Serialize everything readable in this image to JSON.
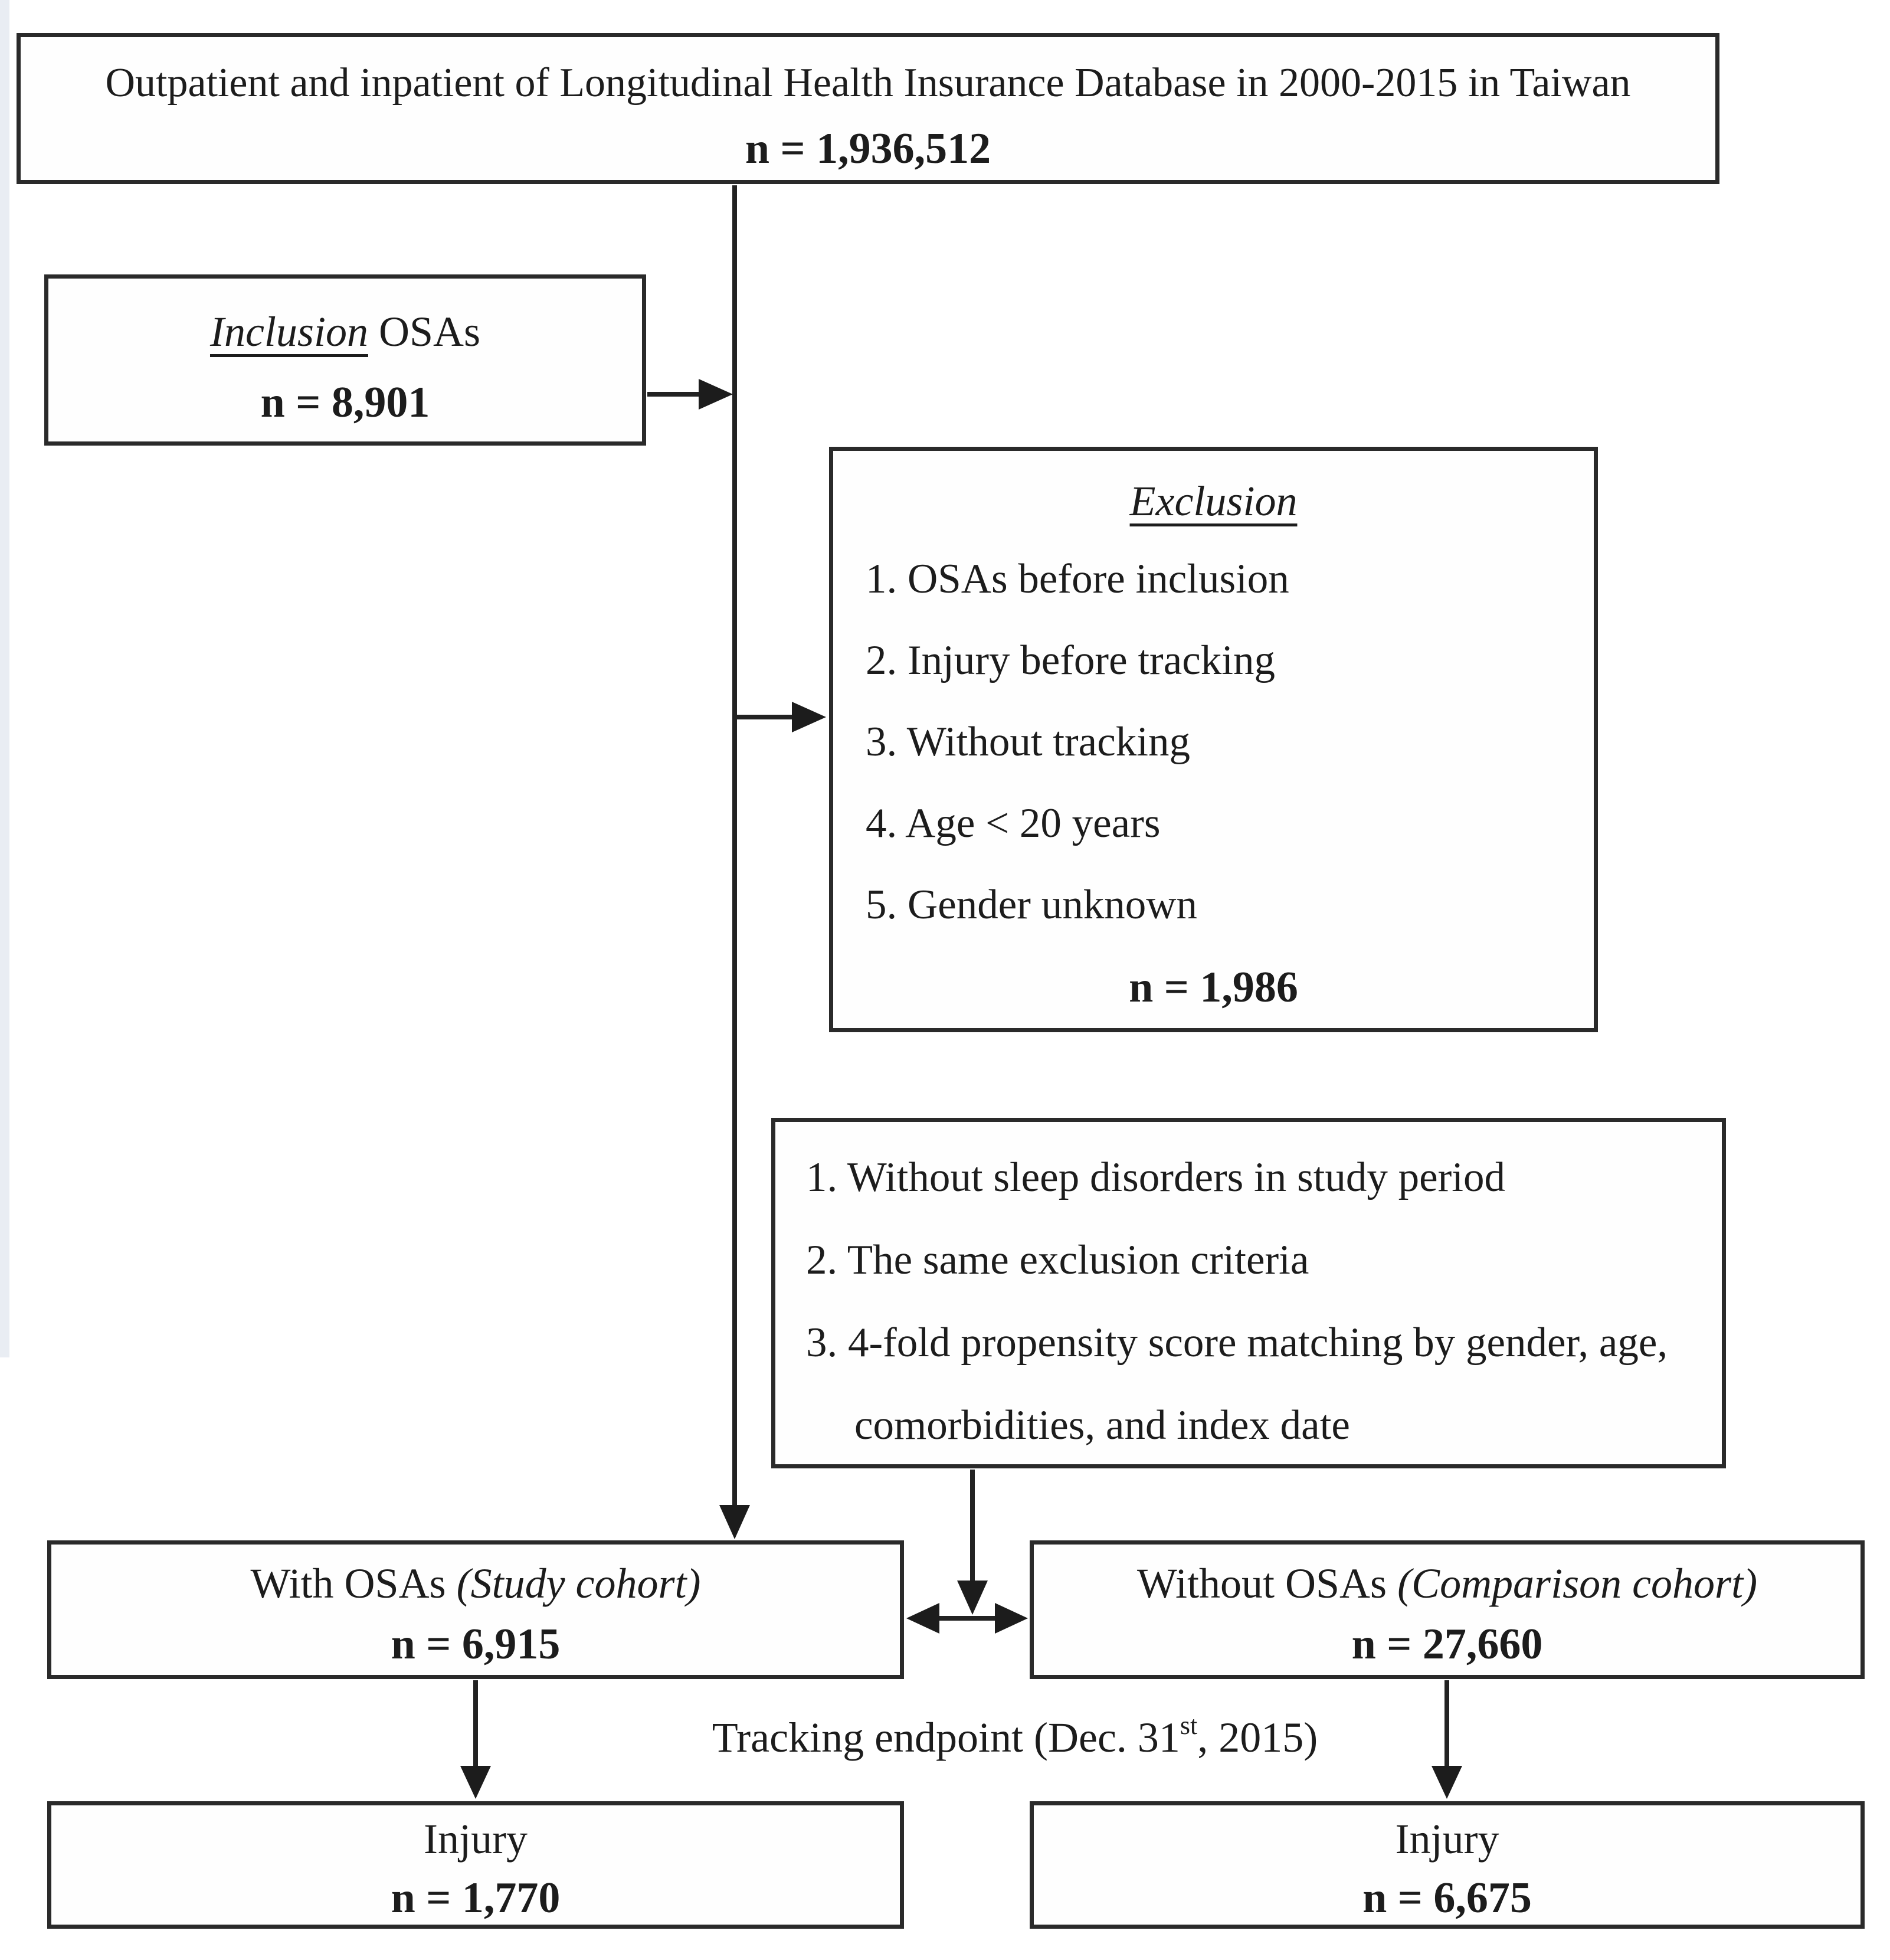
{
  "top_box": {
    "title": "Outpatient and inpatient of Longitudinal Health Insurance Database in 2000-2015 in Taiwan",
    "n": "n = 1,936,512"
  },
  "inclusion_box": {
    "title_underlined": "Inclusion",
    "title_rest": " OSAs",
    "n": "n = 8,901"
  },
  "exclusion_box": {
    "title": "Exclusion",
    "items": [
      "1. OSAs before inclusion",
      "2. Injury before tracking",
      "3. Without tracking",
      "4. Age < 20 years",
      "5. Gender unknown"
    ],
    "n": "n = 1,986"
  },
  "matching_box": {
    "lines": [
      "1. Without sleep disorders in study period",
      "2. The same exclusion criteria",
      "3. 4-fold propensity score matching by gender, age,",
      "comorbidities, and index date"
    ]
  },
  "study_box": {
    "label": "With OSAs",
    "label_italic": " (Study cohort)",
    "n": "n = 6,915"
  },
  "comparison_box": {
    "label": "Without OSAs",
    "label_italic": " (Comparison cohort)",
    "n": "n = 27,660"
  },
  "tracking": {
    "prefix": "Tracking endpoint (Dec. 31",
    "superscript": "st",
    "suffix": ", 2015)"
  },
  "injury_study_box": {
    "label": "Injury",
    "n": "n = 1,770"
  },
  "injury_comparison_box": {
    "label": "Injury",
    "n": "n = 6,675"
  },
  "colors": {
    "background": "#ffffff",
    "ink": "#1c1c1c",
    "box_border": "#2a2a2a",
    "arrow": "#222222"
  }
}
